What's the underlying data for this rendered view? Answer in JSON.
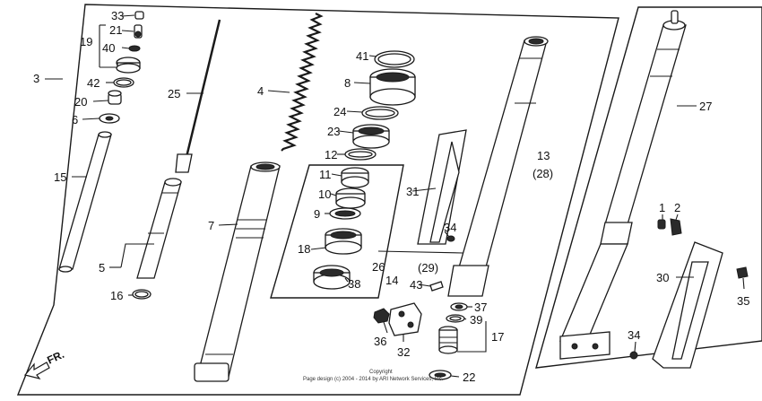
{
  "callouts": {
    "c33": "33",
    "c21": "21",
    "c19": "19",
    "c40": "40",
    "c3": "3",
    "c42": "42",
    "c20": "20",
    "c6": "6",
    "c15": "15",
    "c25": "25",
    "c5": "5",
    "c16": "16",
    "c4": "4",
    "c7": "7",
    "c41": "41",
    "c8": "8",
    "c24": "24",
    "c23": "23",
    "c12": "12",
    "c11": "11",
    "c10": "10",
    "c9": "9",
    "c18": "18",
    "c26": "26",
    "c38": "38",
    "c31": "31",
    "c34a": "34",
    "c14": "14",
    "c43": "43",
    "c29": "(29)",
    "c13": "13",
    "c28": "(28)",
    "c36": "36",
    "c32": "32",
    "c37": "37",
    "c39": "39",
    "c17": "17",
    "c22": "22",
    "c27": "27",
    "c1": "1",
    "c2": "2",
    "c30": "30",
    "c35": "35",
    "c34b": "34"
  },
  "direction_label": "FR.",
  "copyright": {
    "line1": "Copyright",
    "line2": "Page design (c) 2004 - 2014 by ARI Network Services, Inc."
  }
}
